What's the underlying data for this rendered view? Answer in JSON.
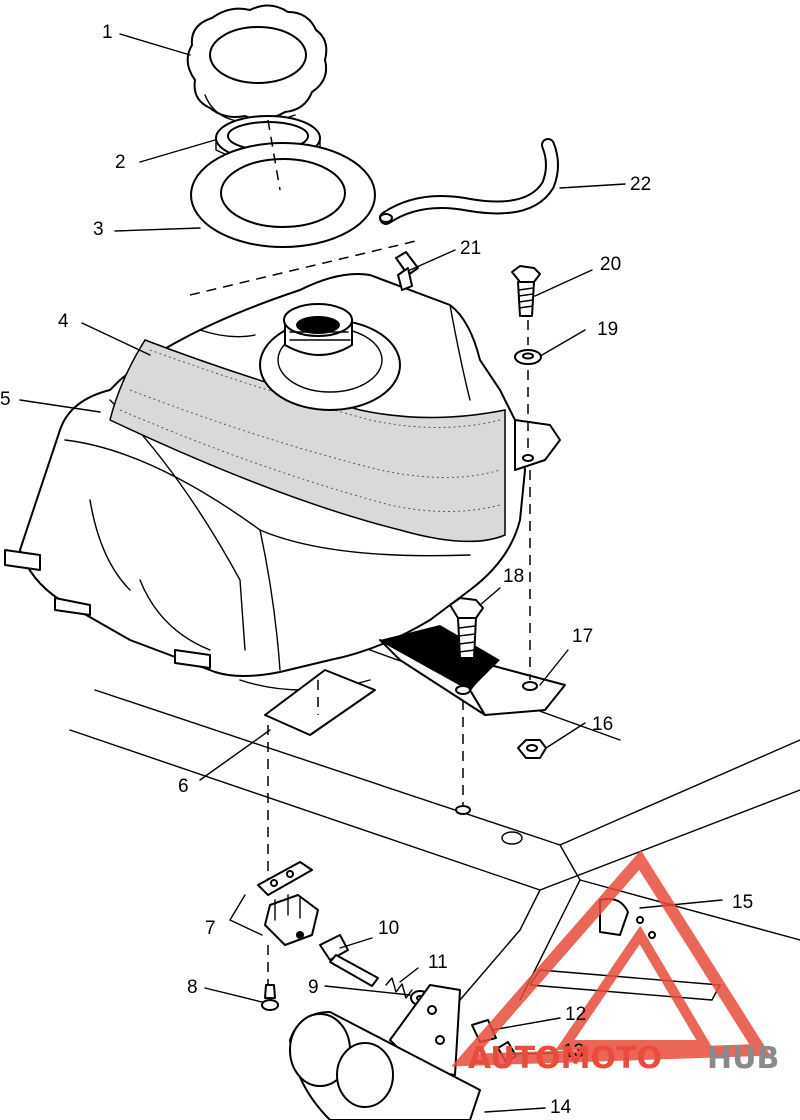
{
  "diagram": {
    "callouts": [
      {
        "label": "1"
      },
      {
        "label": "2"
      },
      {
        "label": "3"
      },
      {
        "label": "4"
      },
      {
        "label": "5"
      },
      {
        "label": "6"
      },
      {
        "label": "7"
      },
      {
        "label": "8"
      },
      {
        "label": "9"
      },
      {
        "label": "10"
      },
      {
        "label": "11"
      },
      {
        "label": "12"
      },
      {
        "label": "13"
      },
      {
        "label": "14"
      },
      {
        "label": "15"
      },
      {
        "label": "16"
      },
      {
        "label": "17"
      },
      {
        "label": "18"
      },
      {
        "label": "19"
      },
      {
        "label": "20"
      },
      {
        "label": "21"
      },
      {
        "label": "22"
      }
    ]
  },
  "watermark": {
    "text_part1": "AUTOMOTO",
    "text_part2": "HUB",
    "color_red": "#e74c3c",
    "color_gray": "#8a8a8a"
  }
}
